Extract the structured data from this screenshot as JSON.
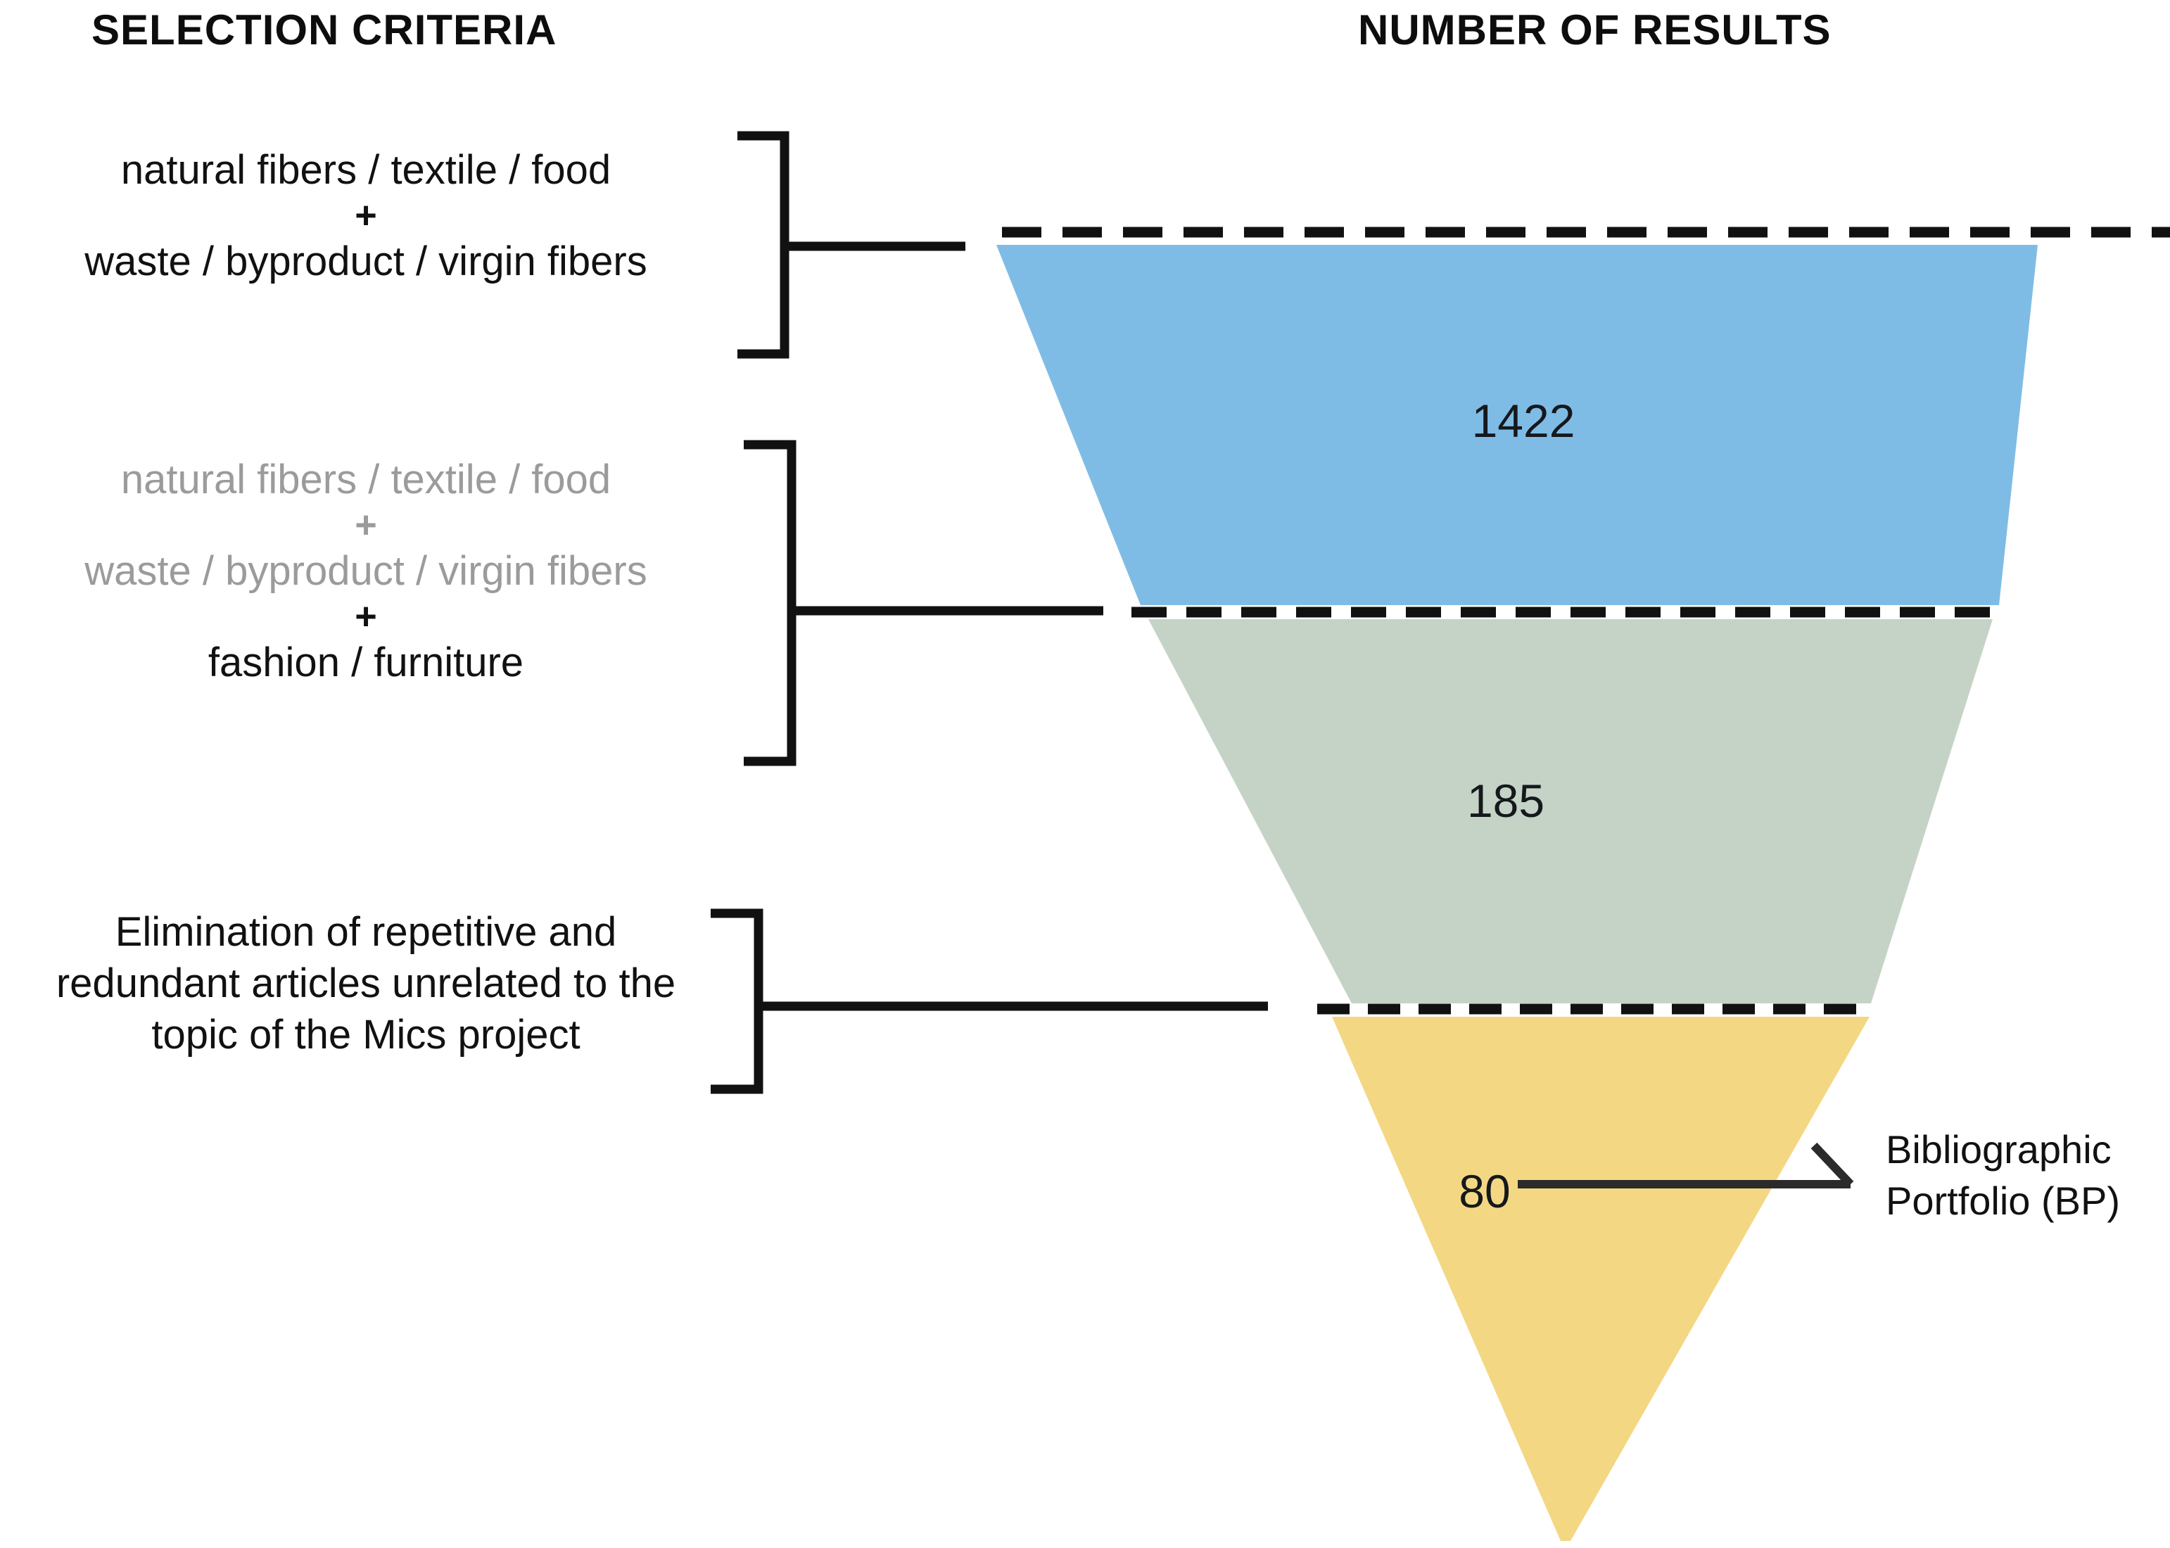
{
  "headers": {
    "left": "SELECTION CRITERIA",
    "right": "NUMBER OF RESULTS"
  },
  "criteria": [
    {
      "id": "criteria-block-1",
      "lines": [
        {
          "text": "natural fibers / textile / food",
          "muted": false
        },
        {
          "text": "+",
          "muted": false,
          "is_plus": true
        },
        {
          "text": "waste / byproduct / virgin fibers",
          "muted": false
        }
      ]
    },
    {
      "id": "criteria-block-2",
      "lines": [
        {
          "text": "natural fibers / textile / food",
          "muted": true
        },
        {
          "text": "+",
          "muted": true,
          "is_plus": true
        },
        {
          "text": "waste / byproduct / virgin fibers",
          "muted": true
        },
        {
          "text": "+",
          "muted": false,
          "is_plus": true
        },
        {
          "text": "fashion / furniture",
          "muted": false
        }
      ]
    },
    {
      "id": "criteria-block-3",
      "lines": [
        {
          "text": "Elimination of repetitive and",
          "muted": false
        },
        {
          "text": "redundant articles unrelated to the",
          "muted": false
        },
        {
          "text": "topic of the Mics project",
          "muted": false
        }
      ]
    }
  ],
  "annotation": {
    "line1": "Bibliographic",
    "line2": "Portfolio (BP)"
  },
  "chart_data": {
    "type": "funnel",
    "title": "NUMBER OF RESULTS",
    "xlabel": "",
    "ylabel": "",
    "categories": [
      "natural fibers / textile / food + waste / byproduct / virgin fibers",
      "natural fibers / textile / food + waste / byproduct / virgin fibers + fashion / furniture",
      "Elimination of repetitive and redundant articles unrelated to the topic of the Mics project"
    ],
    "values": [
      1422,
      185,
      80
    ],
    "labels": [
      "1422",
      "185",
      "80"
    ],
    "colors": [
      "#7FBCE5",
      "#C5D3C6",
      "#F4D783"
    ],
    "stage_separators": "dashed",
    "legend": "none",
    "grid": false,
    "annotations": [
      {
        "target_value": 80,
        "text": "Bibliographic Portfolio (BP)"
      }
    ]
  },
  "colors": {
    "stage_1": "#7FBCE5",
    "stage_2": "#C5D3C6",
    "stage_3": "#F4D783",
    "line": "#111111",
    "muted_text": "#9b9b9b",
    "text": "#111111",
    "background": "#ffffff"
  }
}
